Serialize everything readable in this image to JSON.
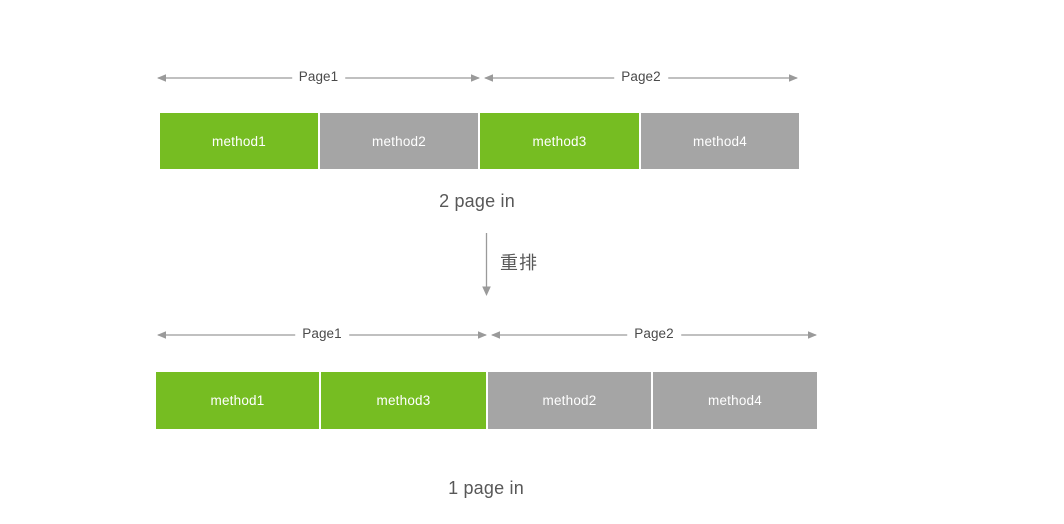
{
  "diagram": {
    "title_top": "2 page in",
    "title_bottom": "1 page in",
    "transition_label": "重排",
    "colors": {
      "green": "#76bd22",
      "gray": "#a5a5a5",
      "arrow": "#9a9a9a",
      "text": "#585858",
      "background": "#ffffff"
    },
    "before": {
      "rulers": [
        {
          "label": "Page1"
        },
        {
          "label": "Page2"
        }
      ],
      "blocks": [
        {
          "label": "method1",
          "color": "green"
        },
        {
          "label": "method2",
          "color": "gray"
        },
        {
          "label": "method3",
          "color": "green"
        },
        {
          "label": "method4",
          "color": "gray"
        }
      ],
      "caption": "2 page in"
    },
    "after": {
      "rulers": [
        {
          "label": "Page1"
        },
        {
          "label": "Page2"
        }
      ],
      "blocks": [
        {
          "label": "method1",
          "color": "green"
        },
        {
          "label": "method3",
          "color": "green"
        },
        {
          "label": "method2",
          "color": "gray"
        },
        {
          "label": "method4",
          "color": "gray"
        }
      ],
      "caption": "1 page in"
    },
    "icons": {
      "double_arrow": "double-headed-arrow-icon",
      "down_arrow": "down-arrow-icon"
    }
  }
}
